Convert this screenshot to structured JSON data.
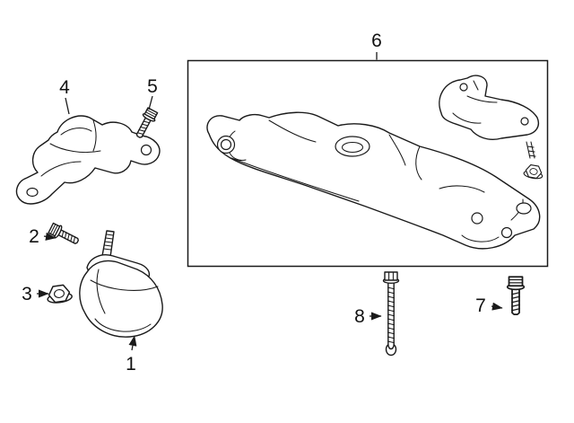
{
  "canvas": {
    "background": "#ffffff",
    "line_color": "#1a1a1a"
  },
  "diagram": {
    "kind": "exploded-parts-diagram",
    "callouts": [
      {
        "number": "1",
        "part": "engine-mount"
      },
      {
        "number": "2",
        "part": "engine-mount-bolt"
      },
      {
        "number": "3",
        "part": "engine-mount-flange-nut"
      },
      {
        "number": "4",
        "part": "engine-mount-bracket"
      },
      {
        "number": "5",
        "part": "bracket-bolt"
      },
      {
        "number": "6",
        "part": "transmission-crossmember-assembly"
      },
      {
        "number": "7",
        "part": "crossmember-bolt"
      },
      {
        "number": "8",
        "part": "transmission-mount-long-bolt"
      }
    ]
  }
}
